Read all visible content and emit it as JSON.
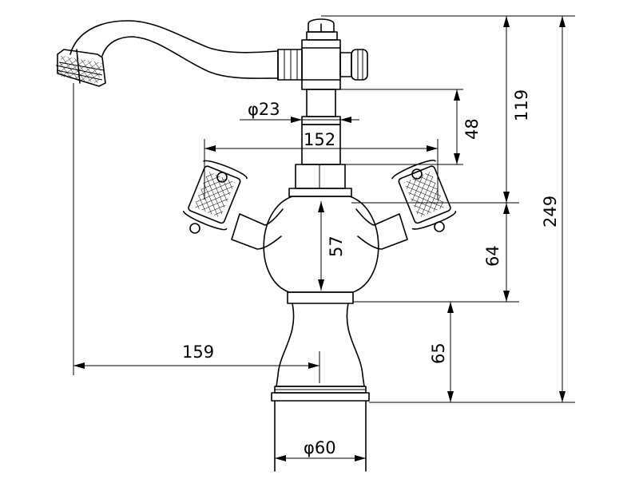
{
  "dimensions": {
    "diameter_23": "φ23",
    "len_152": "152",
    "len_48": "48",
    "len_119": "119",
    "len_249": "249",
    "len_57": "57",
    "len_64": "64",
    "len_65": "65",
    "len_159": "159",
    "diameter_60": "φ60"
  }
}
